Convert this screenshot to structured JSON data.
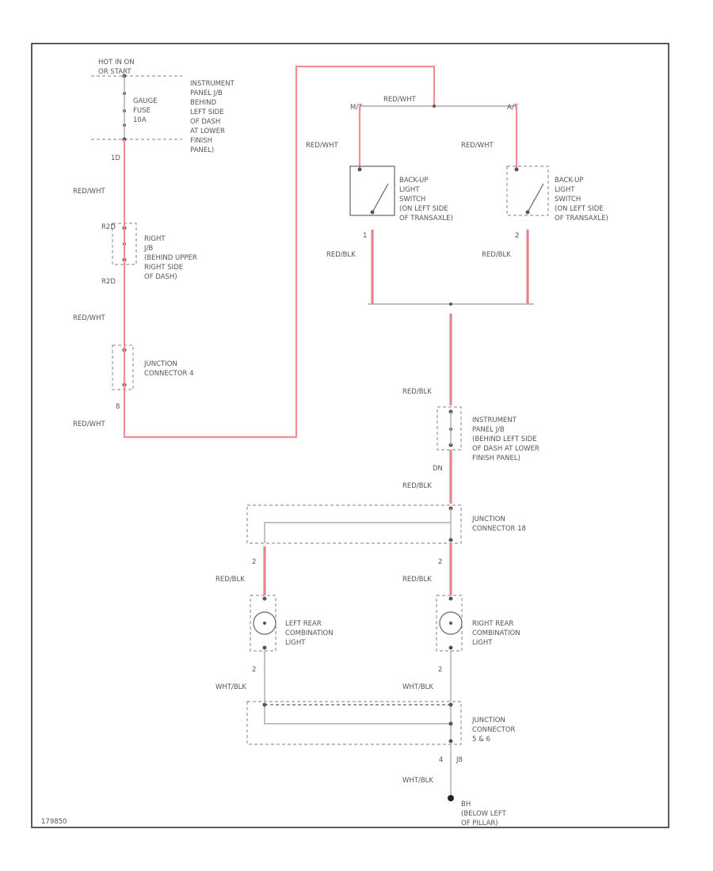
{
  "power_source": {
    "line1": "HOT IN ON",
    "line2": "OR START"
  },
  "fuse": {
    "line1": "GAUGE",
    "line2": "FUSE",
    "line3": "10A"
  },
  "ip_jb_top": {
    "line1": "INSTRUMENT",
    "line2": "PANEL J/B",
    "line3": "BEHIND",
    "line4": "LEFT SIDE",
    "line5": "OF DASH",
    "line6": "AT LOWER",
    "line7": "FINISH",
    "line8": "PANEL)"
  },
  "left_column": {
    "pin_top": "1D",
    "wire1": "RED/WHT",
    "pin_mid_top": "R2D",
    "pin_mid_bot": "R2D",
    "wire2": "RED/WHT",
    "pin_bottom": "8",
    "wire3": "RED/WHT"
  },
  "right_jb": {
    "line1": "RIGHT",
    "line2": "J/B",
    "line3": "(BEHIND UPPER",
    "line4": "RIGHT SIDE",
    "line5": "OF DASH)"
  },
  "junction_connector_4": {
    "line1": "JUNCTION",
    "line2": "CONNECTOR 4"
  },
  "top_branch": {
    "wire": "RED/WHT",
    "left_label": "M/T",
    "right_label": "A/T"
  },
  "switch_mt": {
    "wire_in": "RED/WHT",
    "pin": "1",
    "wire_out": "RED/BLK",
    "line1": "BACK-UP",
    "line2": "LIGHT",
    "line3": "SWITCH",
    "line4": "(ON LEFT SIDE",
    "line5": "OF TRANSAXLE)"
  },
  "switch_at": {
    "wire_in": "RED/WHT",
    "pin": "2",
    "wire_out": "RED/BLK",
    "line1": "BACK-UP",
    "line2": "LIGHT",
    "line3": "SWITCH",
    "line4": "(ON LEFT SIDE",
    "line5": "OF TRANSAXLE)"
  },
  "center_column": {
    "wire1": "RED/BLK",
    "pin": "DN",
    "wire2": "RED/BLK"
  },
  "ip_jb_mid": {
    "line1": "INSTRUMENT",
    "line2": "PANEL J/B",
    "line3": "(BEHIND LEFT SIDE",
    "line4": "OF DASH AT LOWER",
    "line5": "FINISH PANEL)"
  },
  "junction_connector_18": {
    "line1": "JUNCTION",
    "line2": "CONNECTOR 18"
  },
  "left_lamp_branch": {
    "pin": "2",
    "wire": "RED/BLK",
    "pin_out": "2",
    "wire_out": "WHT/BLK",
    "line1": "LEFT REAR",
    "line2": "COMBINATION",
    "line3": "LIGHT"
  },
  "right_lamp_branch": {
    "pin": "2",
    "wire": "RED/BLK",
    "pin_out": "2",
    "wire_out": "WHT/BLK",
    "line1": "RIGHT REAR",
    "line2": "COMBINATION",
    "line3": "LIGHT"
  },
  "junction_connector_bottom": {
    "line1": "JUNCTION",
    "line2": "CONNECTOR",
    "line3": "5 & 6"
  },
  "ground": {
    "pin": "4",
    "pin2": "J8",
    "wire": "WHT/BLK",
    "line1": "BH",
    "line2": "(BELOW LEFT",
    "line3": "OF PILLAR)"
  },
  "diagram_id": "179850",
  "colors": {
    "red_wire": "#f08e96",
    "red_blk_wire": "#e6848c",
    "plain_wire": "#ababab",
    "frame": "#333333"
  }
}
